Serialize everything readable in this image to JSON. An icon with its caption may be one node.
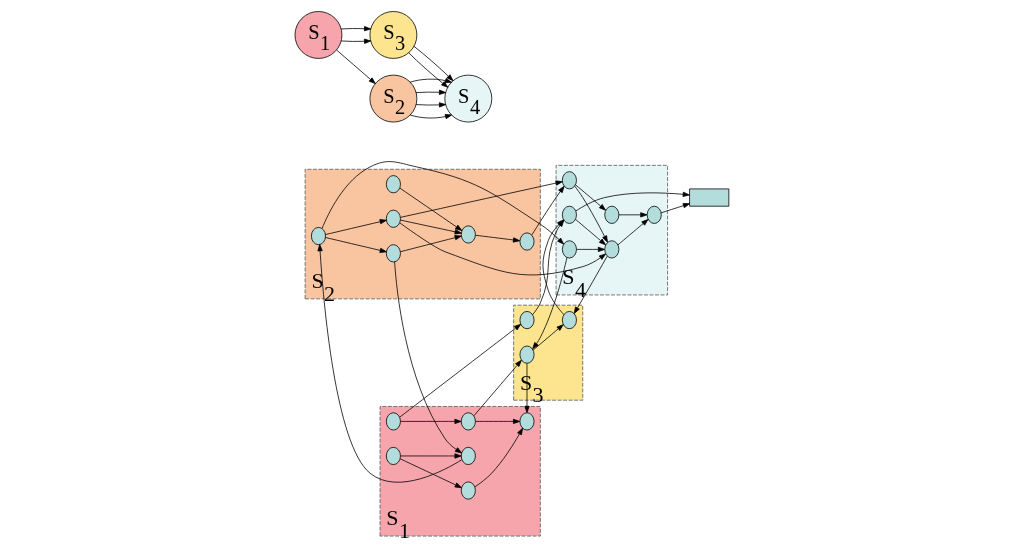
{
  "diagram": {
    "nodes": [
      {
        "text": [
          "S$_{1}$"
        ]
      },
      {
        "text": [],
        "shape": "circle",
        "in": 0
      },
      {
        "text": [],
        "shape": "circle",
        "in": 0
      },
      {
        "text": [],
        "shape": "circle",
        "in": 0
      },
      {
        "text": [],
        "shape": "circle",
        "in": 0
      },
      {
        "text": [],
        "shape": "circle",
        "in": 0
      },
      {
        "text": [],
        "shape": "circle",
        "in": 0
      },
      {
        "text": [
          "S$_{2}$"
        ]
      },
      {
        "text": [],
        "shape": "circle",
        "in": 7
      },
      {
        "text": [],
        "shape": "circle",
        "in": 7
      },
      {
        "text": [],
        "shape": "circle",
        "in": 7
      },
      {
        "text": [],
        "shape": "circle",
        "in": 7
      },
      {
        "text": [],
        "shape": "circle",
        "in": 7
      },
      {
        "text": [],
        "shape": "circle",
        "in": 7
      },
      {
        "text": [
          "S$_{3}$"
        ]
      },
      {
        "text": [],
        "shape": "circle",
        "in": 14
      },
      {
        "text": [],
        "shape": "circle",
        "in": 14
      },
      {
        "text": [],
        "shape": "circle",
        "in": 14
      },
      {
        "text": [
          "S$_{4}$"
        ]
      },
      {
        "text": [],
        "shape": "circle",
        "in": 18
      },
      {
        "text": [],
        "shape": "circle",
        "in": 18
      },
      {
        "text": [],
        "shape": "circle",
        "in": 18
      },
      {
        "text": [],
        "shape": "circle",
        "in": 18
      },
      {
        "text": [],
        "shape": "circle",
        "in": 18
      },
      {
        "text": [],
        "shape": "circle",
        "in": 18
      },
      {
        "text": [],
        "shape": "box"
      },
      {
        "text": [
          "S$_{1}$"
        ]
      },
      {
        "text": [
          "S$_{3}$"
        ]
      },
      {
        "text": [
          "S$_{2}$"
        ]
      },
      {
        "text": [
          "S$_{4}$"
        ]
      }
    ],
    "edges": [
      {
        "from": 1,
        "to": 2,
        "arrow": "to"
      },
      {
        "from": 2,
        "to": 3,
        "arrow": "to"
      },
      {
        "from": 4,
        "to": 3,
        "arrow": "to"
      },
      {
        "from": 5,
        "to": 4,
        "arrow": "to"
      },
      {
        "from": 1,
        "to": 6,
        "arrow": "to"
      },
      {
        "from": 6,
        "to": 8,
        "arrow": "to"
      },
      {
        "from": 9,
        "to": 6,
        "arrow": "to"
      },
      {
        "from": 8,
        "to": 9,
        "arrow": "to"
      },
      {
        "from": 9,
        "to": 11,
        "arrow": "to"
      },
      {
        "from": 10,
        "to": 11,
        "arrow": "to"
      },
      {
        "from": 11,
        "to": 13,
        "arrow": "to"
      },
      {
        "from": 12,
        "to": 11,
        "arrow": "to"
      },
      {
        "from": 15,
        "to": 3,
        "arrow": "to"
      },
      {
        "from": 4,
        "to": 15,
        "arrow": "to"
      },
      {
        "from": 15,
        "to": 16,
        "arrow": "to"
      },
      {
        "from": 5,
        "to": 17,
        "arrow": "to"
      },
      {
        "from": 17,
        "to": 21,
        "arrow": "to"
      },
      {
        "from": 19,
        "to": 15,
        "arrow": "to"
      },
      {
        "from": 20,
        "to": 16,
        "arrow": "to"
      },
      {
        "from": 16,
        "to": 21,
        "arrow": "to"
      },
      {
        "from": 8,
        "to": 19,
        "arrow": "to"
      },
      {
        "from": 8,
        "to": 12,
        "arrow": "to"
      },
      {
        "from": 12,
        "to": 20,
        "arrow": "to"
      },
      {
        "from": 12,
        "to": 22,
        "arrow": "to"
      },
      {
        "from": 13,
        "to": 22,
        "arrow": "to"
      },
      {
        "from": 22,
        "to": 20,
        "arrow": "to"
      },
      {
        "from": 22,
        "to": 24,
        "arrow": "to"
      },
      {
        "from": 24,
        "to": 23,
        "arrow": "to"
      },
      {
        "from": 20,
        "to": 23,
        "arrow": "to"
      },
      {
        "from": 21,
        "to": 20,
        "arrow": "to"
      },
      {
        "from": 19,
        "to": 20,
        "arrow": "to"
      },
      {
        "from": 23,
        "to": 25,
        "arrow": "to"
      },
      {
        "from": 21,
        "to": 25,
        "arrow": "to"
      },
      {
        "from": 26,
        "to": 27,
        "arrow": "to"
      },
      {
        "from": 26,
        "to": 27,
        "arrow": "to"
      },
      {
        "from": 26,
        "to": 28,
        "arrow": "to"
      },
      {
        "from": 28,
        "to": 29,
        "arrow": "to"
      },
      {
        "from": 28,
        "to": 29,
        "arrow": "to"
      },
      {
        "from": 28,
        "to": 29,
        "arrow": "to"
      },
      {
        "from": 28,
        "to": 29,
        "arrow": "to"
      },
      {
        "from": 27,
        "to": 29,
        "arrow": "to"
      },
      {
        "from": 27,
        "to": 29,
        "arrow": "to"
      }
    ]
  }
}
